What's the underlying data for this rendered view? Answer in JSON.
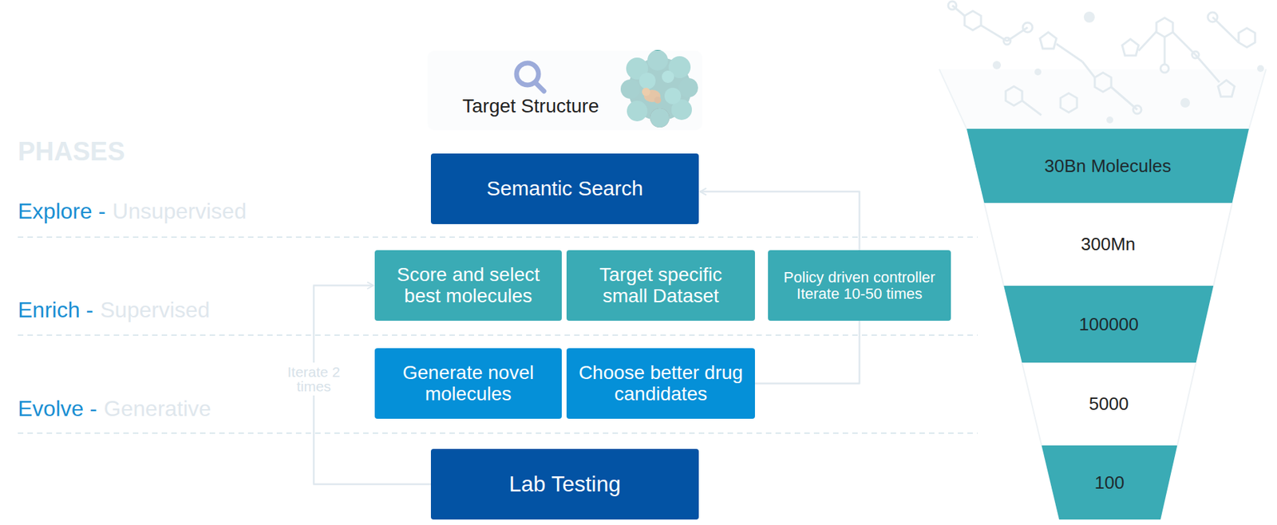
{
  "diagram": {
    "nodes": [
      {
        "text": [
          "Target Structure"
        ]
      },
      {
        "text": [
          "Semantic Search"
        ]
      },
      {
        "text": [
          "Score and select best molecules"
        ]
      },
      {
        "text": [
          "Target specific small Dataset"
        ]
      },
      {
        "text": [
          "Policy driven controller Iterate 10-50 times"
        ]
      },
      {
        "text": [
          "Generate novel molecules"
        ]
      },
      {
        "text": [
          "Choose better drug candidates"
        ]
      },
      {
        "text": [
          "Lab Testing"
        ]
      },
      {
        "text": [
          "30Bn Molecules"
        ]
      },
      {
        "text": [
          "300Mn"
        ]
      },
      {
        "text": [
          "100000"
        ]
      },
      {
        "text": [
          "5000"
        ]
      },
      {
        "text": [
          "100"
        ]
      }
    ],
    "edges": [
      {
        "from": 7,
        "to": 2,
        "arrow": "to"
      },
      {
        "from": 6,
        "to": 4,
        "arrow": "none"
      },
      {
        "from": 4,
        "to": 1,
        "arrow": "to"
      }
    ],
    "labels": [
      "PHASES",
      "Explore -",
      "Unsupervised",
      "Enrich -",
      "Supervised",
      "Evolve -",
      "Generative",
      "Iterate 2 times"
    ]
  }
}
